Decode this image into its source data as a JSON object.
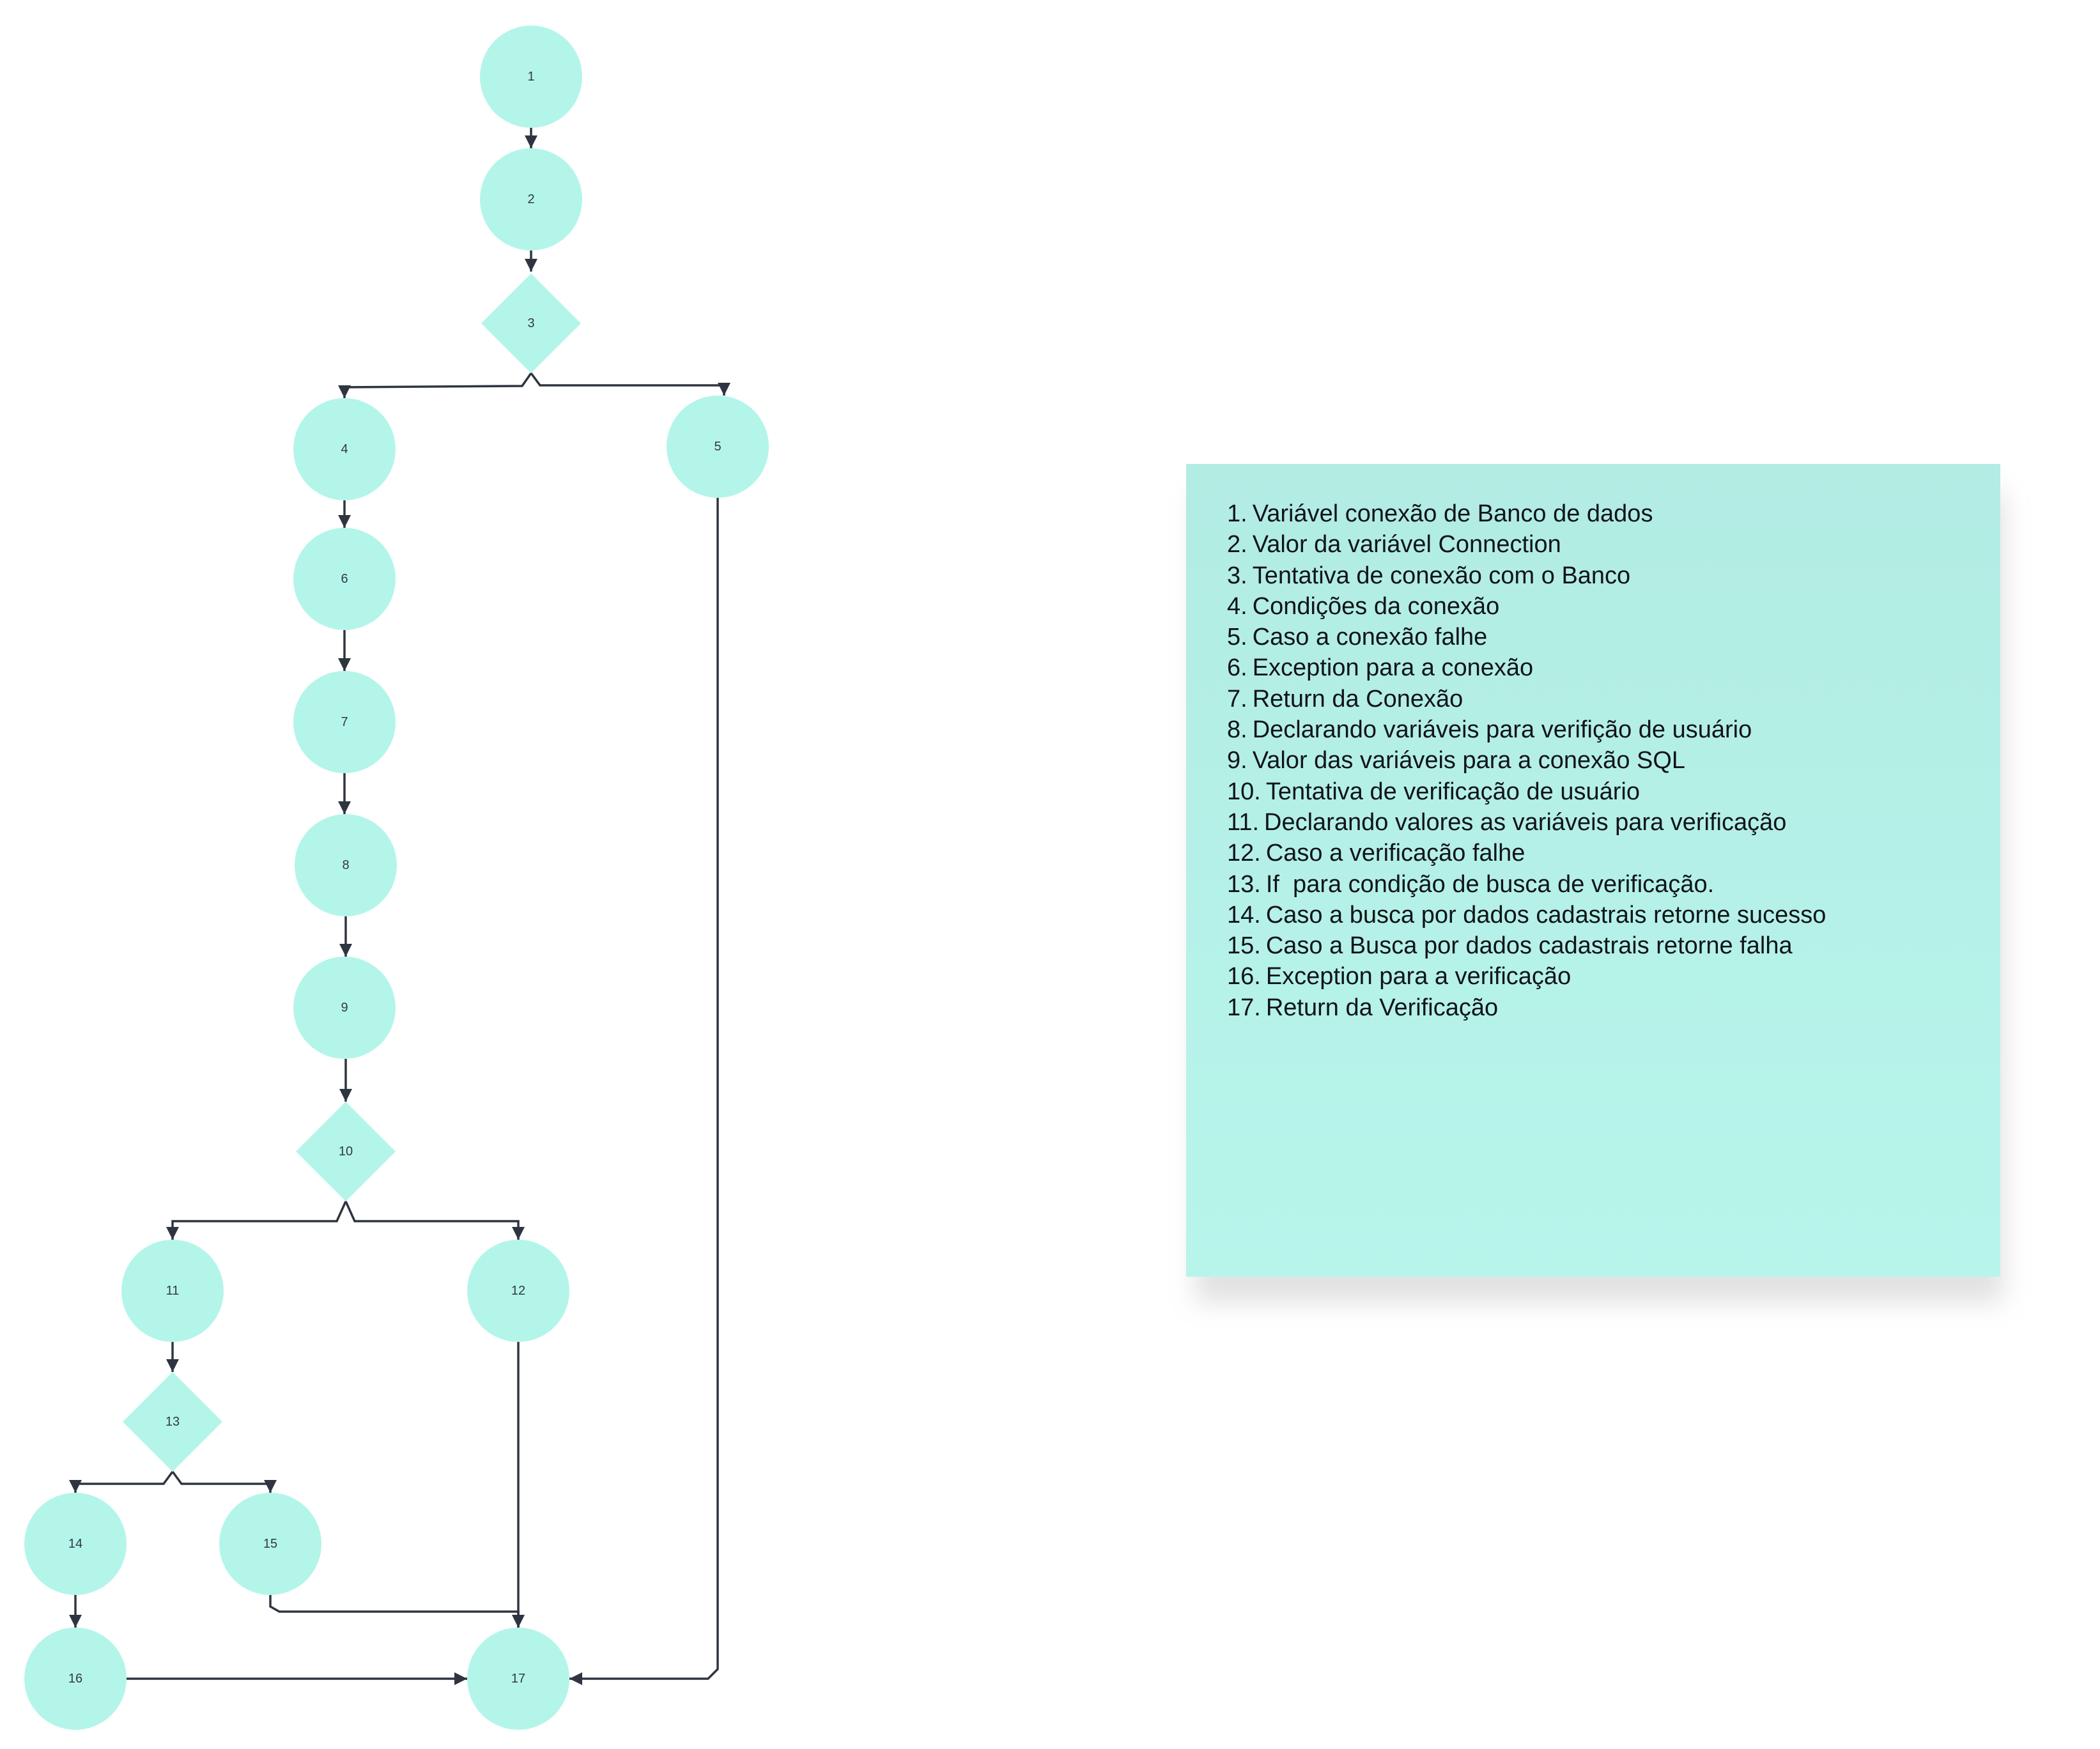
{
  "diagram": {
    "nodes": [
      {
        "id": "1",
        "shape": "circle"
      },
      {
        "id": "2",
        "shape": "circle"
      },
      {
        "id": "3",
        "shape": "diamond"
      },
      {
        "id": "4",
        "shape": "circle"
      },
      {
        "id": "5",
        "shape": "circle"
      },
      {
        "id": "6",
        "shape": "circle"
      },
      {
        "id": "7",
        "shape": "circle"
      },
      {
        "id": "8",
        "shape": "circle"
      },
      {
        "id": "9",
        "shape": "circle"
      },
      {
        "id": "10",
        "shape": "diamond"
      },
      {
        "id": "11",
        "shape": "circle"
      },
      {
        "id": "12",
        "shape": "circle"
      },
      {
        "id": "13",
        "shape": "diamond"
      },
      {
        "id": "14",
        "shape": "circle"
      },
      {
        "id": "15",
        "shape": "circle"
      },
      {
        "id": "16",
        "shape": "circle"
      },
      {
        "id": "17",
        "shape": "circle"
      }
    ],
    "edges": [
      {
        "from": "1",
        "to": "2"
      },
      {
        "from": "2",
        "to": "3"
      },
      {
        "from": "3",
        "to": "4"
      },
      {
        "from": "3",
        "to": "5"
      },
      {
        "from": "4",
        "to": "6"
      },
      {
        "from": "6",
        "to": "7"
      },
      {
        "from": "7",
        "to": "8"
      },
      {
        "from": "8",
        "to": "9"
      },
      {
        "from": "9",
        "to": "10"
      },
      {
        "from": "10",
        "to": "11"
      },
      {
        "from": "10",
        "to": "12"
      },
      {
        "from": "11",
        "to": "13"
      },
      {
        "from": "13",
        "to": "14"
      },
      {
        "from": "13",
        "to": "15"
      },
      {
        "from": "14",
        "to": "16"
      },
      {
        "from": "16",
        "to": "17"
      },
      {
        "from": "15",
        "to": "17"
      },
      {
        "from": "12",
        "to": "17"
      },
      {
        "from": "5",
        "to": "17"
      }
    ]
  },
  "colors": {
    "node_fill": "#b4f5ea",
    "edge": "#2f3540",
    "node_text": "#333a40",
    "note_fill": "#b4f3e9"
  },
  "legend": {
    "items": [
      {
        "num": "1.",
        "text": "Variável conexão de Banco de dados"
      },
      {
        "num": "2.",
        "text": "Valor da variável Connection"
      },
      {
        "num": "3.",
        "text": "Tentativa de conexão com o Banco"
      },
      {
        "num": "4.",
        "text": "Condições da conexão"
      },
      {
        "num": "5.",
        "text": "Caso a conexão falhe"
      },
      {
        "num": "6.",
        "text": "Exception para a conexão"
      },
      {
        "num": "7.",
        "text": "Return da Conexão"
      },
      {
        "num": "8.",
        "text": "Declarando variáveis para verifição de usuário"
      },
      {
        "num": "9.",
        "text": "Valor das variáveis para a conexão SQL"
      },
      {
        "num": "10.",
        "text": "Tentativa de verificação de usuário"
      },
      {
        "num": "11.",
        "text": "Declarando valores as variáveis para verificação"
      },
      {
        "num": "12.",
        "text": "Caso a verificação falhe"
      },
      {
        "num": "13.",
        "text": "If  para condição de busca de verificação."
      },
      {
        "num": "14.",
        "text": "Caso a busca por dados cadastrais retorne sucesso"
      },
      {
        "num": "15.",
        "text": "Caso a Busca por dados cadastrais retorne falha"
      },
      {
        "num": "16.",
        "text": "Exception para a verificação"
      },
      {
        "num": "17.",
        "text": "Return da Verificação"
      }
    ]
  }
}
